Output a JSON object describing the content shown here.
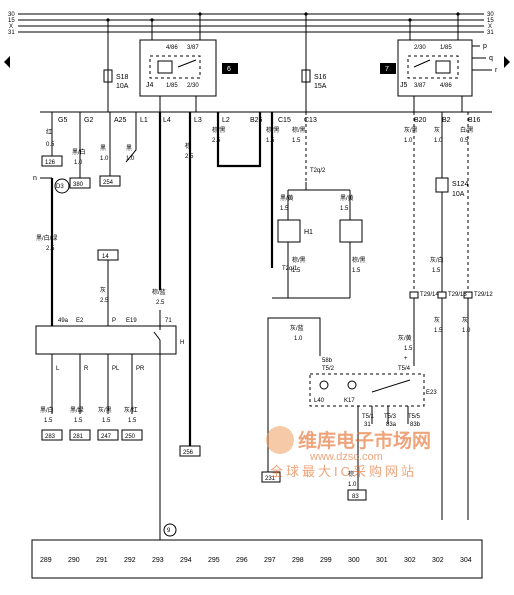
{
  "bus": {
    "labels_left": [
      "30",
      "15",
      "X",
      "31"
    ],
    "labels_right": [
      "30",
      "15",
      "X",
      "31"
    ]
  },
  "relay_j4": {
    "name": "J4",
    "pin_top_left": "4/86",
    "pin_top_right": "3/87",
    "pin_bottom_left": "1/85",
    "pin_bottom_right": "2/30",
    "slot": "6"
  },
  "relay_j5": {
    "name": "J5",
    "pin_top_left": "2/30",
    "pin_top_right": "1/85",
    "pin_bottom_left": "3/87",
    "pin_bottom_right": "4/86",
    "slot": "7"
  },
  "fuses": {
    "s18": {
      "name": "S18",
      "rating": "10A"
    },
    "s16": {
      "name": "S16",
      "rating": "15A"
    },
    "s124": {
      "name": "S124",
      "rating": "10A"
    }
  },
  "right_lines": [
    "p",
    "q",
    "r"
  ],
  "connectors": {
    "g5": "G5",
    "g2": "G2",
    "a25": "A25",
    "l1": "L1",
    "l4": "L4",
    "l3": "L3",
    "l2": "L2",
    "b25": "B25",
    "c15": "C15",
    "c13": "C13",
    "b20": "B20",
    "b2": "B2",
    "b16": "B16"
  },
  "wires": {
    "w1": {
      "color": "红",
      "size": "0.5"
    },
    "w2": {
      "color": "黑/白",
      "size": "1.0"
    },
    "w3": {
      "color": "黑",
      "size": "1.0"
    },
    "w4": {
      "color": "黑",
      "size": "1.0"
    },
    "w5": {
      "color": "棕",
      "size": "2.5"
    },
    "w6": {
      "color": "棕/黑",
      "size": "2.5"
    },
    "w7": {
      "color": "棕/黑",
      "size": "1.5"
    },
    "w8": {
      "color": "棕/黑",
      "size": "1.5"
    },
    "w9": {
      "color": "灰/黑",
      "size": "1.0"
    },
    "w10": {
      "color": "灰",
      "size": "1.0"
    },
    "w11": {
      "color": "白/黑",
      "size": "0.5"
    },
    "horn_in_l": {
      "color": "黑/黄",
      "size": "1.5"
    },
    "horn_in_r": {
      "color": "黑/黄",
      "size": "1.5"
    },
    "horn_out_l": {
      "color": "棕/黑",
      "size": "1.5"
    },
    "horn_out_r": {
      "color": "棕/黑",
      "size": "1.5"
    },
    "d3": {
      "color": "黑/白/绿",
      "size": "2.5"
    },
    "grey_p": {
      "color": "灰",
      "size": "2.5"
    },
    "brown_blue": {
      "color": "棕/蓝",
      "size": "2.5"
    },
    "grey_white": {
      "color": "灰/白",
      "size": "1.5"
    },
    "grey_15": {
      "color": "灰",
      "size": "1.5"
    },
    "grey_10b": {
      "color": "灰",
      "size": "1.0"
    },
    "grey_blue": {
      "color": "灰/蓝",
      "size": "1.0"
    },
    "grey_yellow": {
      "color": "灰/黄",
      "size": "1.5"
    },
    "o1": {
      "color": "黑/白",
      "size": "1.5"
    },
    "o2": {
      "color": "黑/绿",
      "size": "1.5"
    },
    "o3": {
      "color": "灰/黑",
      "size": "1.5"
    },
    "o4": {
      "color": "灰/红",
      "size": "1.5"
    },
    "gnd": {
      "color": "棕",
      "size": "1.0"
    }
  },
  "refs": {
    "r126": "126",
    "r380": "380",
    "r254": "254",
    "r256": "256",
    "r283": "283",
    "r281": "281",
    "r247": "247",
    "r250": "250",
    "r231": "231",
    "r83": "83",
    "r14": "14"
  },
  "nodes": {
    "d3": "D3",
    "n": "n",
    "nine": "9"
  },
  "horns": {
    "h1": "H1",
    "t2q2": "T2q/2",
    "t2q1": "T2q/1"
  },
  "switch_e2": {
    "name": "E2",
    "e19": "E19",
    "pin_49a": "49a",
    "pin_p": "P",
    "pin_71": "71",
    "h": "H",
    "pins": [
      "L",
      "R",
      "PL",
      "PR"
    ]
  },
  "switch_e23": {
    "name": "E23",
    "l40": "L40",
    "k17": "K17",
    "t52": "T5/2",
    "t52b": "58b",
    "t54": "T5/4",
    "t54b": "+",
    "t51": "T5/1",
    "t51b": "31",
    "t53": "T5/3",
    "t53b": "83a",
    "t55": "T5/5",
    "t55b": "83b"
  },
  "t29": {
    "a": "T29/14",
    "b": "T29/13",
    "c": "T29/12"
  },
  "watermark": {
    "line1": "维库电子市场网",
    "line2": "www.dzsc.com",
    "line3": "全球最大IC采购网站"
  },
  "bottom_numbers": [
    "289",
    "290",
    "291",
    "292",
    "293",
    "294",
    "295",
    "296",
    "297",
    "298",
    "299",
    "300",
    "301",
    "302",
    "302",
    "304"
  ]
}
